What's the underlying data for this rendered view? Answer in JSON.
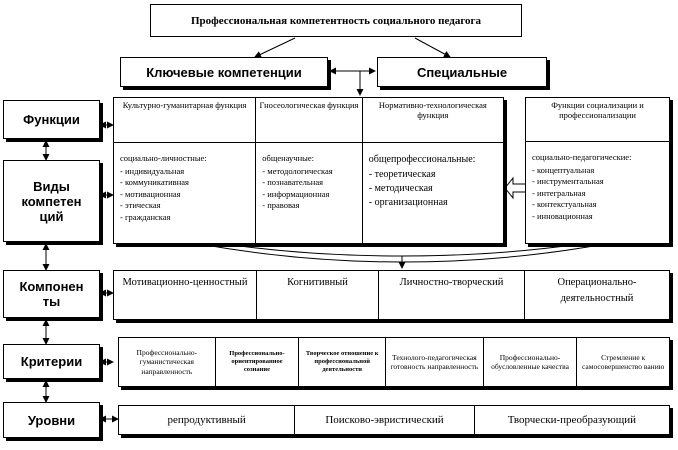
{
  "title": "Профессиональная компетентность социального педагога",
  "key_competences": "Ключевые компетенции",
  "special": "Специальные",
  "side_labels": {
    "functions": "Функции",
    "competence_types": "Виды компетен ций",
    "components": "Компонен ты",
    "criteria": "Критерии",
    "levels": "Уровни"
  },
  "functions": [
    "Культурно-гуманитарная функция",
    "Гносеологическая функция",
    "Нормативно-технологическая функция",
    "Функции социализации и профессионализации"
  ],
  "competence_types": [
    {
      "heading": "социально-личностные:",
      "items": [
        "индивидуальная",
        "коммуникативная",
        "мотивационная",
        "этическая",
        "гражданская"
      ]
    },
    {
      "heading": "общенаучные:",
      "items": [
        "методологическая",
        "познавательная",
        "информационная",
        "правовая"
      ]
    },
    {
      "heading": "общепрофессиональные:",
      "items": [
        "теоретическая",
        "методическая",
        "организационная"
      ]
    },
    {
      "heading": "социально-педагогические:",
      "items": [
        "концептуальная",
        "инструментальная",
        "интегральная",
        "контекстуальная",
        "инновационная"
      ]
    }
  ],
  "components": [
    "Мотивационно-ценностный",
    "Когнитивный",
    "Личностно-творческий",
    "Операционально-деятельностный"
  ],
  "criteria": [
    "Профессионально-гуманистическая направленность",
    "Профессионально-ориентированное сознание",
    "Творческое отношение к профессиональной деятельности",
    "Технолого-педагогическая готовность направленность",
    "Профессионально-обусловленные качества",
    "Стремление к самосовершенство ванию"
  ],
  "levels": [
    "репродуктивный",
    "Поисково-эвристический",
    "Творчески-преобразующий"
  ]
}
